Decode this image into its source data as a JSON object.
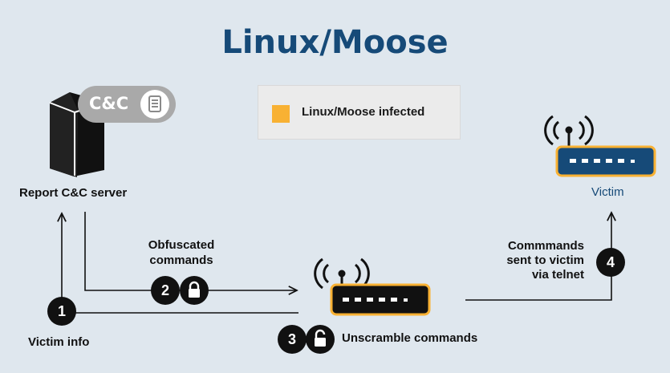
{
  "title": "Linux/Moose",
  "legend": {
    "label": "Linux/Moose infected",
    "color": "#f8b133"
  },
  "server": {
    "badge": "C&C",
    "label": "Report C&C server"
  },
  "labels": {
    "victim_info": "Victim info",
    "obfuscated": "Obfuscated\ncommands",
    "unscramble": "Unscramble commands",
    "commands_sent": "Commmands\nsent to victim\nvia telnet",
    "victim": "Victim"
  },
  "steps": [
    "1",
    "2",
    "3",
    "4"
  ],
  "colors": {
    "title": "#164a78",
    "router_fill": "#164a78",
    "infected_outline": "#f8b133",
    "step_bg": "#111111"
  },
  "icons": [
    "server-icon",
    "document-icon",
    "wifi-icon",
    "router-icon",
    "lock-icon",
    "unlock-icon",
    "arrow-icon"
  ]
}
